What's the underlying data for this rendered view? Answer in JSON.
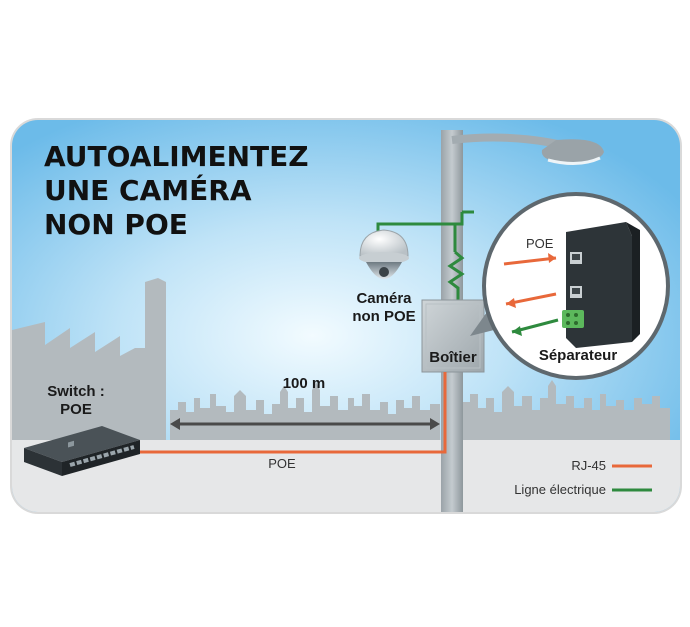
{
  "title": {
    "line1": "AUTOALIMENTEZ",
    "line2": "UNE CAMÉRA",
    "line3": "NON POE"
  },
  "labels": {
    "switch_line1": "Switch :",
    "switch_line2": "POE",
    "camera_line1": "Caméra",
    "camera_line2": "non POE",
    "boitier": "Boîtier",
    "separateur": "Séparateur",
    "distance": "100 m",
    "poe_cable": "POE",
    "poe_splitter": "POE"
  },
  "legend": {
    "rj45": "RJ-45",
    "ligne": "Ligne électrique"
  },
  "colors": {
    "poe_cable": "#e8683a",
    "power_line": "#2e8a3e",
    "sky_top": "#7ec4ef",
    "frame_border": "#c8c8c8"
  },
  "icons": {
    "switch": "network-switch-icon",
    "camera": "dome-camera-icon",
    "splitter": "poe-splitter-icon",
    "lamp": "street-lamp-icon"
  }
}
